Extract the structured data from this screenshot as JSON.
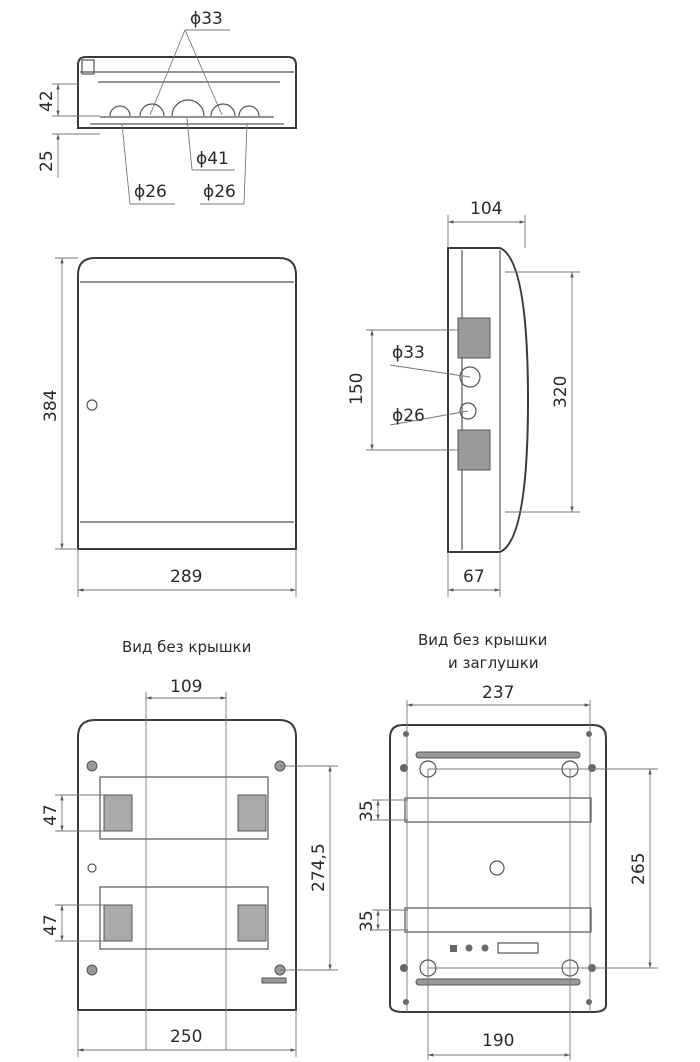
{
  "top_view": {
    "d33": "ϕ33",
    "d41": "ϕ41",
    "d26_left": "ϕ26",
    "d26_right": "ϕ26",
    "dim_42": "42",
    "dim_25": "25"
  },
  "front_view": {
    "height": "384",
    "width": "289"
  },
  "side_view": {
    "depth": "104",
    "d33": "ϕ33",
    "d26": "ϕ26",
    "dim_150": "150",
    "dim_320": "320",
    "dim_67": "67"
  },
  "view_no_cover": {
    "title": "Вид без крышки",
    "dim_109": "109",
    "dim_47_top": "47",
    "dim_47_bottom": "47",
    "dim_274_5": "274,5",
    "dim_250": "250"
  },
  "view_no_cover_no_plug": {
    "title_line1": "Вид без крышки",
    "title_line2": "и заглушки",
    "dim_237": "237",
    "dim_35_top": "35",
    "dim_35_bottom": "35",
    "dim_265": "265",
    "dim_190": "190"
  }
}
